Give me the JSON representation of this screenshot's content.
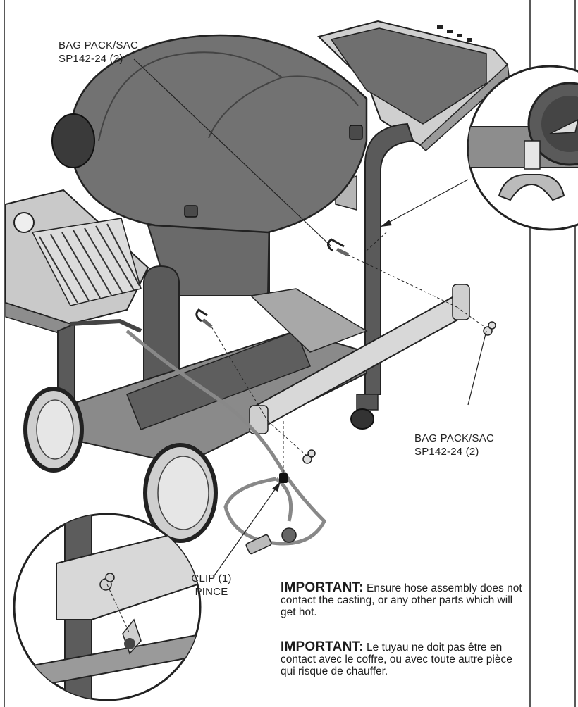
{
  "callouts": {
    "bag_top": {
      "line1": "BAG PACK/SAC",
      "line2": "SP142-24 (2)"
    },
    "bag_right": {
      "line1": "BAG PACK/SAC",
      "line2": "SP142-24 (2)"
    },
    "clip": {
      "line1": "CLIP (1)",
      "line2": "PINCE"
    }
  },
  "notes": {
    "english": {
      "heading": "IMPORTANT:",
      "text": " Ensure hose assembly does not contact the casting, or any other parts which will get hot."
    },
    "french": {
      "heading": "IMPORTANT:",
      "text": " Le tuyau ne doit pas être en contact avec le coffre, ou avec toute autre pièce qui risque de chauffer."
    }
  }
}
